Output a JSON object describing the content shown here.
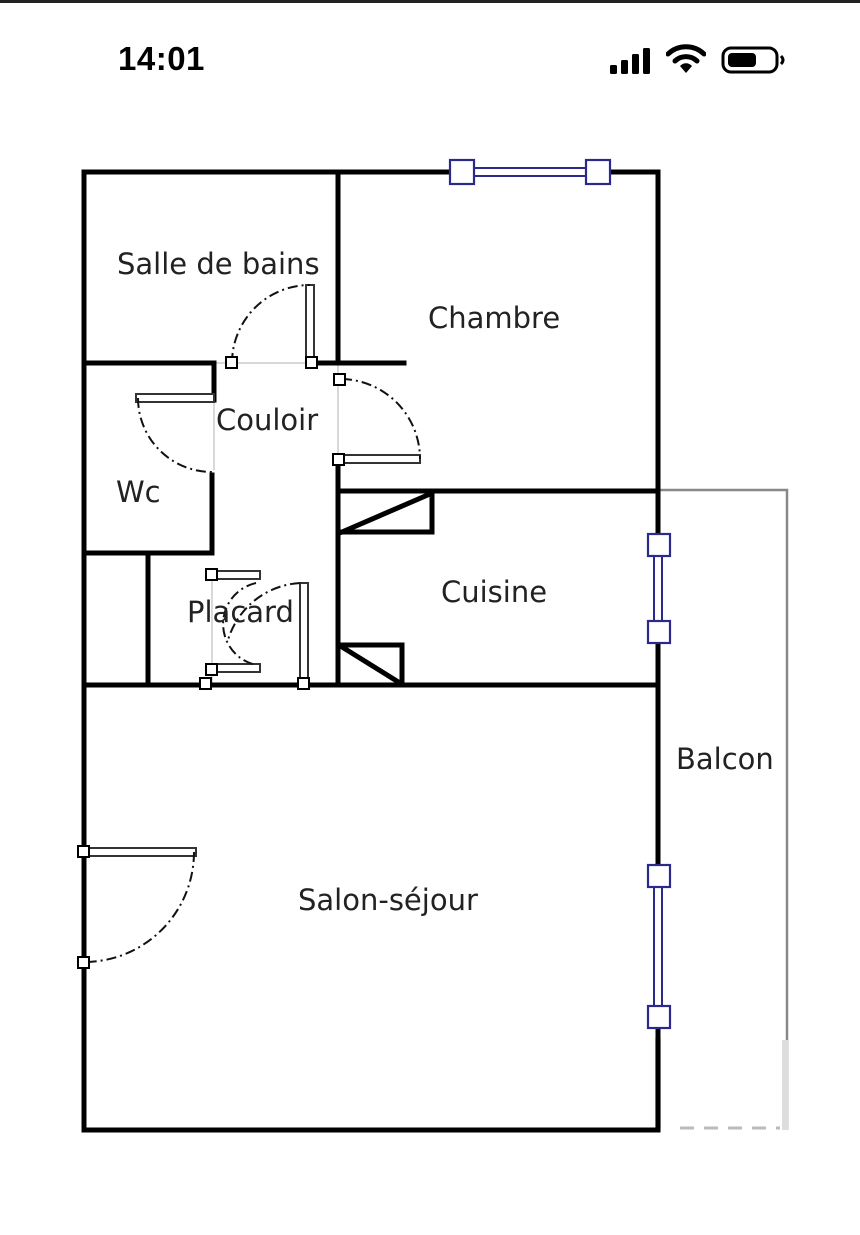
{
  "status_bar": {
    "time": "14:01",
    "icons": [
      "cellular-signal-icon",
      "wifi-icon",
      "battery-icon"
    ]
  },
  "floor_plan": {
    "rooms": {
      "salle_de_bains": "Salle de bains",
      "chambre": "Chambre",
      "couloir": "Couloir",
      "wc": "Wc",
      "cuisine": "Cuisine",
      "placard": "Placard",
      "balcon": "Balcon",
      "salon_sejour": "Salon-séjour"
    },
    "colors": {
      "wall": "#000000",
      "window": "#2b2a8c",
      "balcony_outline": "#888888"
    }
  }
}
